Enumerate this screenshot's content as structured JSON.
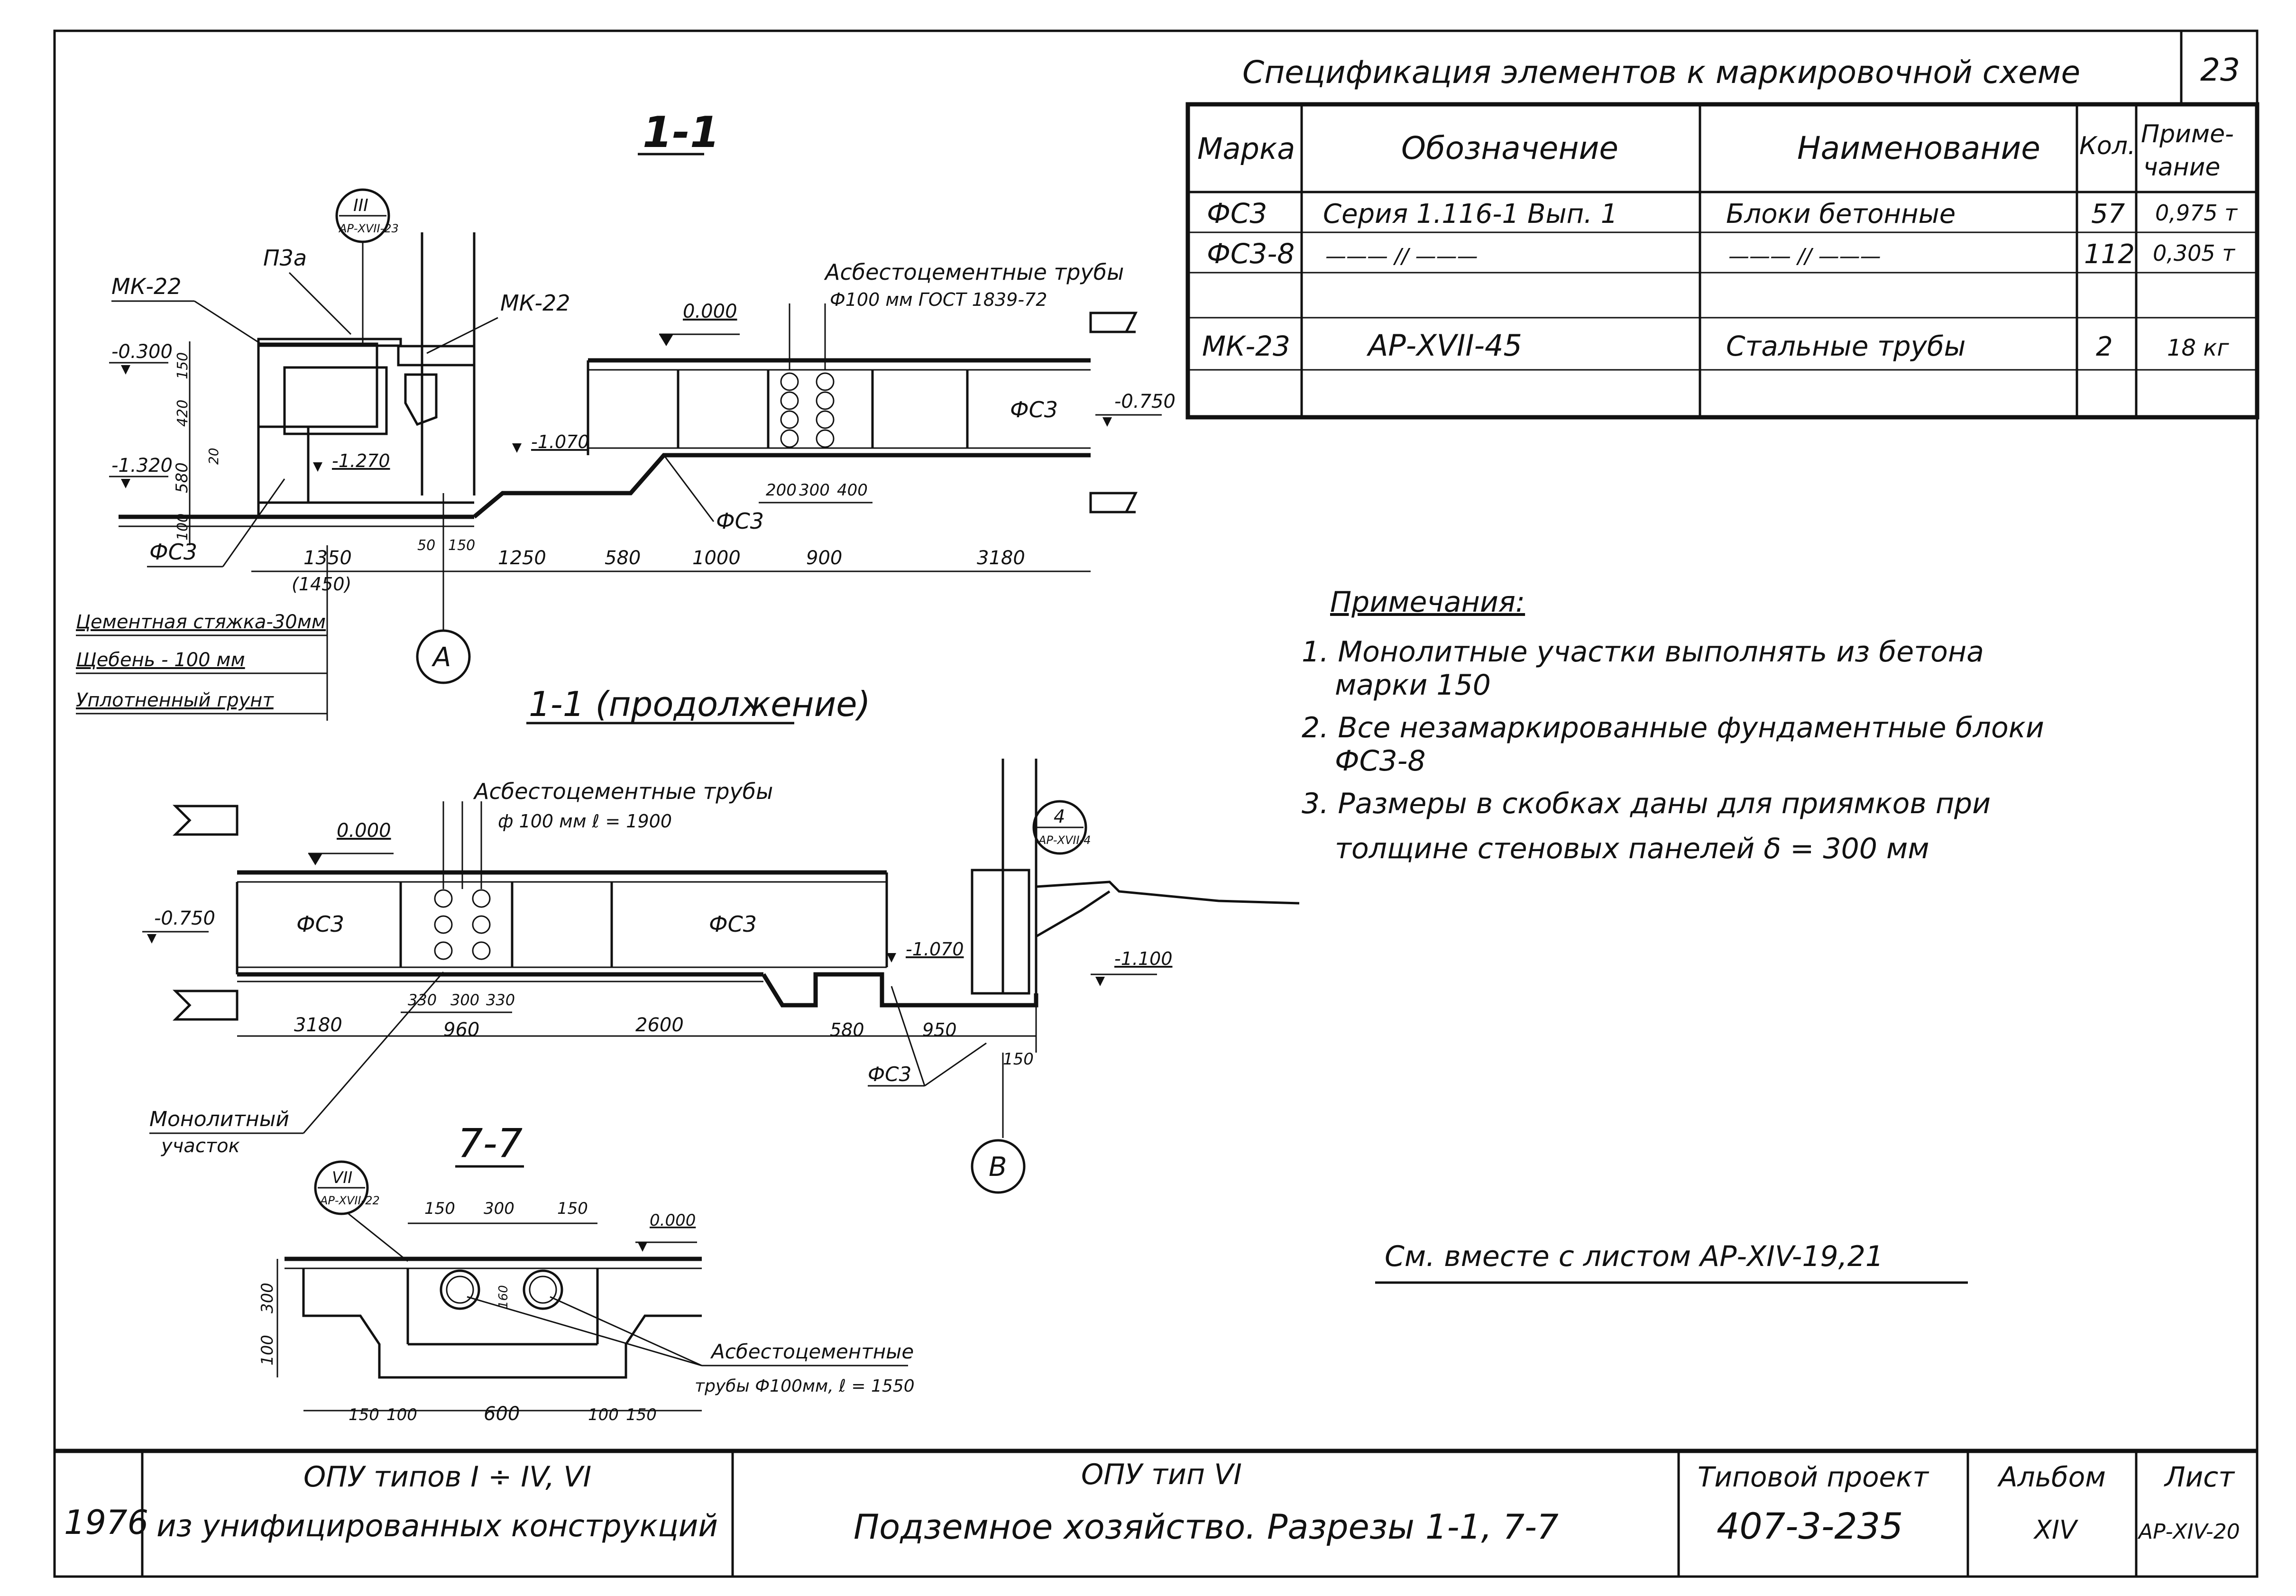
{
  "sheet": {
    "number": "23"
  },
  "spec": {
    "title": "Спецификация элементов к маркировочной схеме",
    "headers": {
      "mark": "Марка",
      "designation": "Обозначение",
      "name": "Наименование",
      "qty": "Кол.",
      "note1": "Приме-",
      "note2": "чание"
    },
    "rows": [
      {
        "mark": "ФС3",
        "designation": "Серия 1.116-1 Вып. 1",
        "name": "Блоки бетонные",
        "qty": "57",
        "note": "0,975 т"
      },
      {
        "mark": "ФС3-8",
        "designation": "——— // ———",
        "name": "——— // ———",
        "qty": "112",
        "note": "0,305 т"
      },
      {
        "mark": "",
        "designation": "",
        "name": "",
        "qty": "",
        "note": ""
      },
      {
        "mark": "МК-23",
        "designation": "АР-XVII-45",
        "name": "Стальные трубы",
        "qty": "2",
        "note": "18 кг"
      },
      {
        "mark": "",
        "designation": "",
        "name": "",
        "qty": "",
        "note": ""
      }
    ]
  },
  "notes": {
    "title": "Примечания:",
    "items": [
      "1. Монолитные участки выполнять из бетона",
      "марки 150",
      "2. Все незамаркированные фундаментные блоки",
      "ФС3-8",
      "3. Размеры в скобках даны для приямков при",
      "толщине стеновых панелей δ = 300 мм"
    ],
    "see_also": "См. вместе с листом АР-XIV-19,21"
  },
  "section1": {
    "title": "1-1",
    "circle_ref": "А",
    "callout_top": "III",
    "callout_bottom": "АР-XVII-23",
    "labels": {
      "p3a": "П3а",
      "mk22_left": "МК-22",
      "mk22_right": "МК-22",
      "pipes1": "Асбестоцементные трубы",
      "pipes2": "Ф100 мм ГОСТ 1839-72",
      "fs3_block": "ФС3",
      "fs3_bottom": "ФС3",
      "fs3_left": "ФС3"
    },
    "levels": [
      "-0.300",
      "-1.320",
      "0.000",
      "-0.750",
      "-1.070",
      "-1.270"
    ],
    "vdims": [
      "150",
      "420",
      "580",
      "100",
      "20"
    ],
    "dims_bottom": [
      "1350",
      "(1450)",
      "50",
      "150",
      "1250",
      "580",
      "1000",
      "900",
      "3180"
    ],
    "dims_pipes": [
      "200",
      "300",
      "400"
    ],
    "legend": [
      "Цементная стяжка-30мм",
      "Щебень - 100 мм",
      "Уплотненный грунт"
    ]
  },
  "section1c": {
    "title": "1-1 (продолжение)",
    "pipes1": "Асбестоцементные трубы",
    "pipes2": "ф 100 мм  ℓ = 1900",
    "level0": "0.000",
    "level1": "-0.750",
    "level2": "-1.070",
    "level3": "-1.100",
    "fs3_a": "ФС3",
    "fs3_b": "ФС3",
    "fs3_c": "ФС3",
    "callout_top": "4",
    "callout_bottom": "АР-XVII-4",
    "circle_ref": "В",
    "dims_pipes": [
      "330",
      "300",
      "330"
    ],
    "dims_bottom": [
      "3180",
      "960",
      "2600",
      "580",
      "950",
      "150"
    ],
    "monolith1": "Монолитный",
    "monolith2": "участок"
  },
  "section7": {
    "title": "7-7",
    "callout_top": "VII",
    "callout_bottom": "АР-XVII-22",
    "level0": "0.000",
    "dims_top": [
      "150",
      "300",
      "150"
    ],
    "dims_bottom": [
      "150",
      "100",
      "600",
      "100",
      "150"
    ],
    "vdims": [
      "300",
      "100"
    ],
    "pipe_dim": "160",
    "pipes1": "Асбестоцементные",
    "pipes2": "трубы Ф100мм, ℓ = 1550"
  },
  "titleblock": {
    "year": "1976",
    "left1": "ОПУ типов I ÷ IV, VI",
    "left2": "из унифицированных конструкций",
    "center1": "ОПУ тип VI",
    "center2": "Подземное хозяйство. Разрезы 1-1, 7-7",
    "project_label": "Типовой проект",
    "project": "407-3-235",
    "album_label": "Альбом",
    "album": "XIV",
    "sheet_label": "Лист",
    "sheet": "АР-XIV-20"
  }
}
